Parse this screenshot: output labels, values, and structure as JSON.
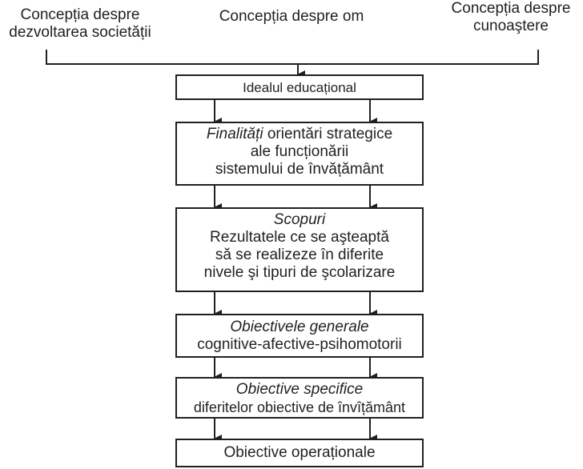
{
  "top_labels": {
    "left": [
      "Concepția despre",
      "dezvoltarea societății"
    ],
    "center": "Concepția despre om",
    "right": [
      "Concepția despre",
      "cunoaştere"
    ]
  },
  "boxes": {
    "ideal": "Idealul educațional",
    "finalitati": {
      "title": "Finalități",
      "line1": "orientări strategice",
      "line2": "ale funcționării",
      "line3": "sistemului de învățământ"
    },
    "scopuri": {
      "title": "Scopuri",
      "line1": "Rezultatele ce se aşteaptă",
      "line2": "să se realizeze în diferite",
      "line3": "nivele şi tipuri de şcolarizare"
    },
    "obiective_generale": {
      "title": "Obiectivele generale",
      "line1": "cognitive-afective-psihomotorii"
    },
    "obiective_specifice": {
      "title": "Obiective specifice",
      "line1": "diferitelor obiective de învîțământ"
    },
    "obiective_operationale": "Obiective operaționale"
  }
}
